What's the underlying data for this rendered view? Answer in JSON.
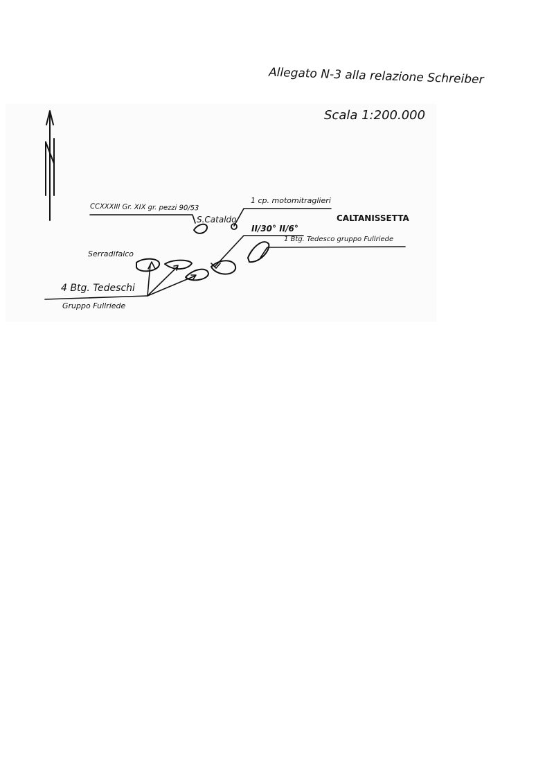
{
  "header": {
    "title": "Allegato N-3 alla relazione Schreiber",
    "scale": "Scala 1:200.000"
  },
  "map": {
    "north_label": "N",
    "labels": {
      "ccxxxiii": "CCXXXIII Gr. XIX gr. pezzi 90/53",
      "scataldo": "S.Cataldo",
      "motomitraglieri": "1 cp. motomitraglieri",
      "caltanissetta": "CALTANISSETTA",
      "battalions_30_6": "II/30° II/6°",
      "btg_tedesco": "1 Btg. Tedesco gruppo Fullriede",
      "serradifalco": "Serradifalco",
      "btg_tedeschi": "4 Btg. Tedeschi",
      "gruppo": "Gruppo Fullriede"
    }
  }
}
